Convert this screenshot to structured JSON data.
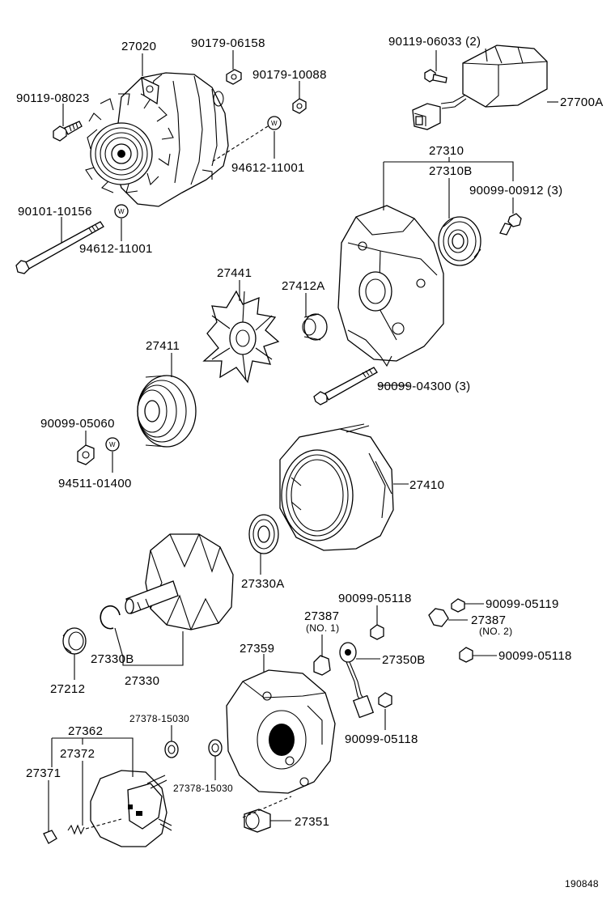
{
  "diagram": {
    "parts": [
      {
        "id": "p27020",
        "number": "27020"
      },
      {
        "id": "p90179a",
        "number": "90179-06158"
      },
      {
        "id": "p90179b",
        "number": "90179-10088"
      },
      {
        "id": "p90119a",
        "number": "90119-08023"
      },
      {
        "id": "p94612a",
        "number": "94612-11001"
      },
      {
        "id": "p90101",
        "number": "90101-10156"
      },
      {
        "id": "p94612b",
        "number": "94612-11001"
      },
      {
        "id": "p90119b",
        "number": "90119-06033 (2)"
      },
      {
        "id": "p27700a",
        "number": "27700A"
      },
      {
        "id": "p27310",
        "number": "27310"
      },
      {
        "id": "p27310b",
        "number": "27310B"
      },
      {
        "id": "p90099_00912",
        "number": "90099-00912 (3)"
      },
      {
        "id": "p27441",
        "number": "27441"
      },
      {
        "id": "p27412a",
        "number": "27412A"
      },
      {
        "id": "p27411",
        "number": "27411"
      },
      {
        "id": "p90099_04300",
        "number": "90099-04300 (3)"
      },
      {
        "id": "p90099_05060",
        "number": "90099-05060"
      },
      {
        "id": "p94511",
        "number": "94511-01400"
      },
      {
        "id": "p27410",
        "number": "27410"
      },
      {
        "id": "p27330a",
        "number": "27330A"
      },
      {
        "id": "p90099_05118a",
        "number": "90099-05118"
      },
      {
        "id": "p90099_05119",
        "number": "90099-05119"
      },
      {
        "id": "p27387_1",
        "number": "27387",
        "note": "(NO. 1)"
      },
      {
        "id": "p27387_2",
        "number": "27387",
        "note": "(NO. 2)"
      },
      {
        "id": "p90099_05118b",
        "number": "90099-05118"
      },
      {
        "id": "p27330b",
        "number": "27330B"
      },
      {
        "id": "p27212",
        "number": "27212"
      },
      {
        "id": "p27330",
        "number": "27330"
      },
      {
        "id": "p27359",
        "number": "27359"
      },
      {
        "id": "p27350b",
        "number": "27350B"
      },
      {
        "id": "p90099_05118c",
        "number": "90099-05118"
      },
      {
        "id": "p27362",
        "number": "27362"
      },
      {
        "id": "p27372",
        "number": "27372"
      },
      {
        "id": "p27371",
        "number": "27371"
      },
      {
        "id": "p27378a",
        "number": "27378-15030"
      },
      {
        "id": "p27378b",
        "number": "27378-15030"
      },
      {
        "id": "p27351",
        "number": "27351"
      }
    ],
    "washer_mark": "W",
    "drawing_number": "190848"
  }
}
